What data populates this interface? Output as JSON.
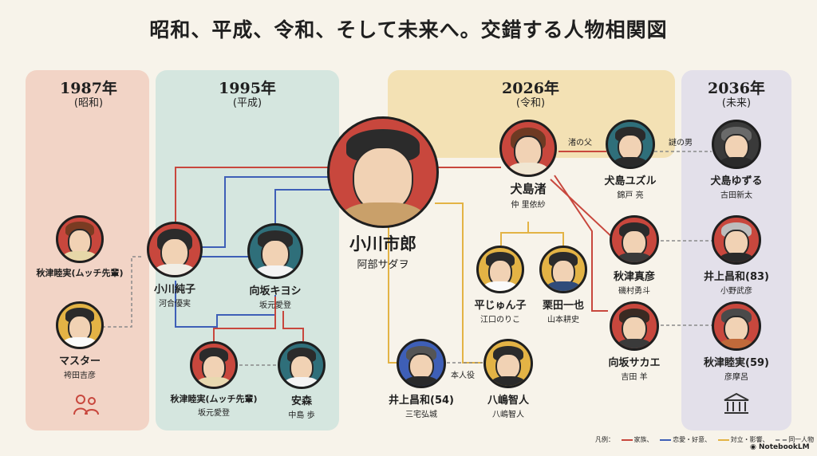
{
  "title": "昭和、平成、令和、そして未来へ。交錯する人物相関図",
  "eras": [
    {
      "year": "1987年",
      "name": "(昭和)"
    },
    {
      "year": "1995年",
      "name": "(平成)"
    },
    {
      "year": "2026年",
      "name": "(令和)"
    },
    {
      "year": "2036年",
      "name": "(未来)"
    }
  ],
  "people": {
    "mutsumi1987": {
      "name": "秋津睦実(ムッチ先輩)",
      "actor": ""
    },
    "master": {
      "name": "マスター",
      "actor": "袴田吉彦"
    },
    "ogawa_junko": {
      "name": "小川純子",
      "actor": "河合優実"
    },
    "mukaisaka_kiyoshi": {
      "name": "向坂キヨシ",
      "actor": "坂元愛登"
    },
    "mutsumi1995": {
      "name": "秋津睦実(ムッチ先輩)",
      "actor": "坂元愛登"
    },
    "anmori": {
      "name": "安森",
      "actor": "中島 歩"
    },
    "ogawa_ichiro": {
      "name": "小川市郎",
      "actor": "阿部サダヲ"
    },
    "inujima_nagisa": {
      "name": "犬島渚",
      "actor": "仲 里依紗"
    },
    "taira_junko": {
      "name": "平じゅん子",
      "actor": "江口のりこ"
    },
    "kurita": {
      "name": "栗田一也",
      "actor": "山本耕史"
    },
    "inoue_54": {
      "name": "井上昌和(54)",
      "actor": "三宅弘城"
    },
    "yashima": {
      "name": "八嶋智人",
      "actor": "八嶋智人"
    },
    "inujima_yuzuru_k": {
      "name": "犬島ユズル",
      "actor": "錦戸 亮"
    },
    "akitsu_masahiko": {
      "name": "秋津真彦",
      "actor": "磯村勇斗"
    },
    "mukaisaka_sakae": {
      "name": "向坂サカエ",
      "actor": "吉田 羊"
    },
    "inujima_yuzuru": {
      "name": "犬島ゆずる",
      "actor": "古田新太"
    },
    "inoue_83": {
      "name": "井上昌和(83)",
      "actor": "小野武彦"
    },
    "mutsumi59": {
      "name": "秋津睦実(59)",
      "actor": "彦摩呂"
    }
  },
  "relations": {
    "nagisa_father": "渚の父",
    "mystery_man": "謎の男",
    "himself_role": "本人役"
  },
  "legend": {
    "label": "凡例：",
    "family": "家族、",
    "love": "恋愛・好意、",
    "rival": "対立・影響、",
    "same": "同一人物"
  },
  "colors": {
    "family": "#c8473d",
    "love": "#3e5fb7",
    "rival": "#e3b345",
    "same": "#8a8a8a"
  },
  "brand": "NotebookLM"
}
